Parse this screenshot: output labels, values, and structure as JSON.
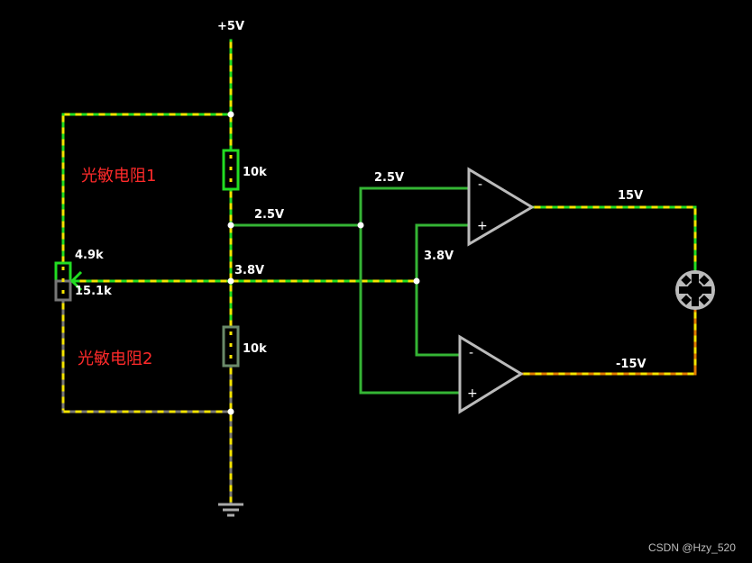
{
  "colors": {
    "background": "#000000",
    "wire_high": "#22dd22",
    "wire_mid": "#35b535",
    "wire_low": "#777777",
    "wire_negative": "#e07a00",
    "current_dots": "#f5e400",
    "component": "#bbbbbb",
    "chinese_label": "#ff2a2a"
  },
  "labels": {
    "supply": "+5V",
    "r_top_value": "10k",
    "r_bottom_value": "10k",
    "ldr1": "光敏电阻1",
    "ldr2": "光敏电阻2",
    "pot_top": "4.9k",
    "pot_bottom": "15.1k",
    "node_2v5": "2.5V",
    "node_3v8": "3.8V",
    "opamp1_in": "2.5V",
    "opamp2_in": "3.8V",
    "out_pos": "15V",
    "out_neg": "-15V",
    "opamp_minus": "-",
    "opamp_plus": "+"
  },
  "watermark": "CSDN @Hzy_520"
}
